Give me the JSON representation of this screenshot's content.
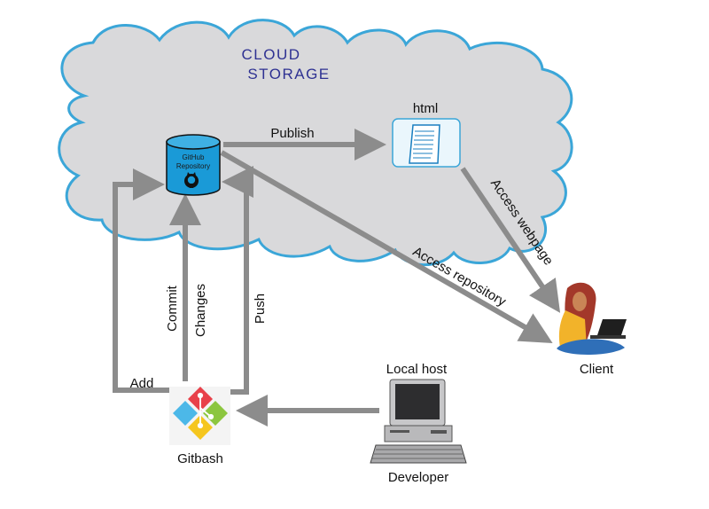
{
  "cloud": {
    "title_line1": "CLOUD",
    "title_line2": "STORAGE"
  },
  "repository": {
    "line1": "GitHub",
    "line2": "Repository"
  },
  "html_doc": {
    "label": "html"
  },
  "labels": {
    "publish": "Publish",
    "access_webpage": "Access webpage",
    "access_repository": "Access repository",
    "commit": "Commit",
    "changes": "Changes",
    "push": "Push",
    "add": "Add"
  },
  "client": {
    "label": "Client"
  },
  "local_host": {
    "label": "Local host"
  },
  "developer": {
    "label": "Developer"
  },
  "gitbash": {
    "label": "Gitbash"
  },
  "colors": {
    "cloud_fill": "#d9d9db",
    "cloud_stroke": "#3ba6d8",
    "arrow": "#8c8c8c",
    "repo_fill": "#1a9ad7",
    "title": "#2e3192"
  }
}
